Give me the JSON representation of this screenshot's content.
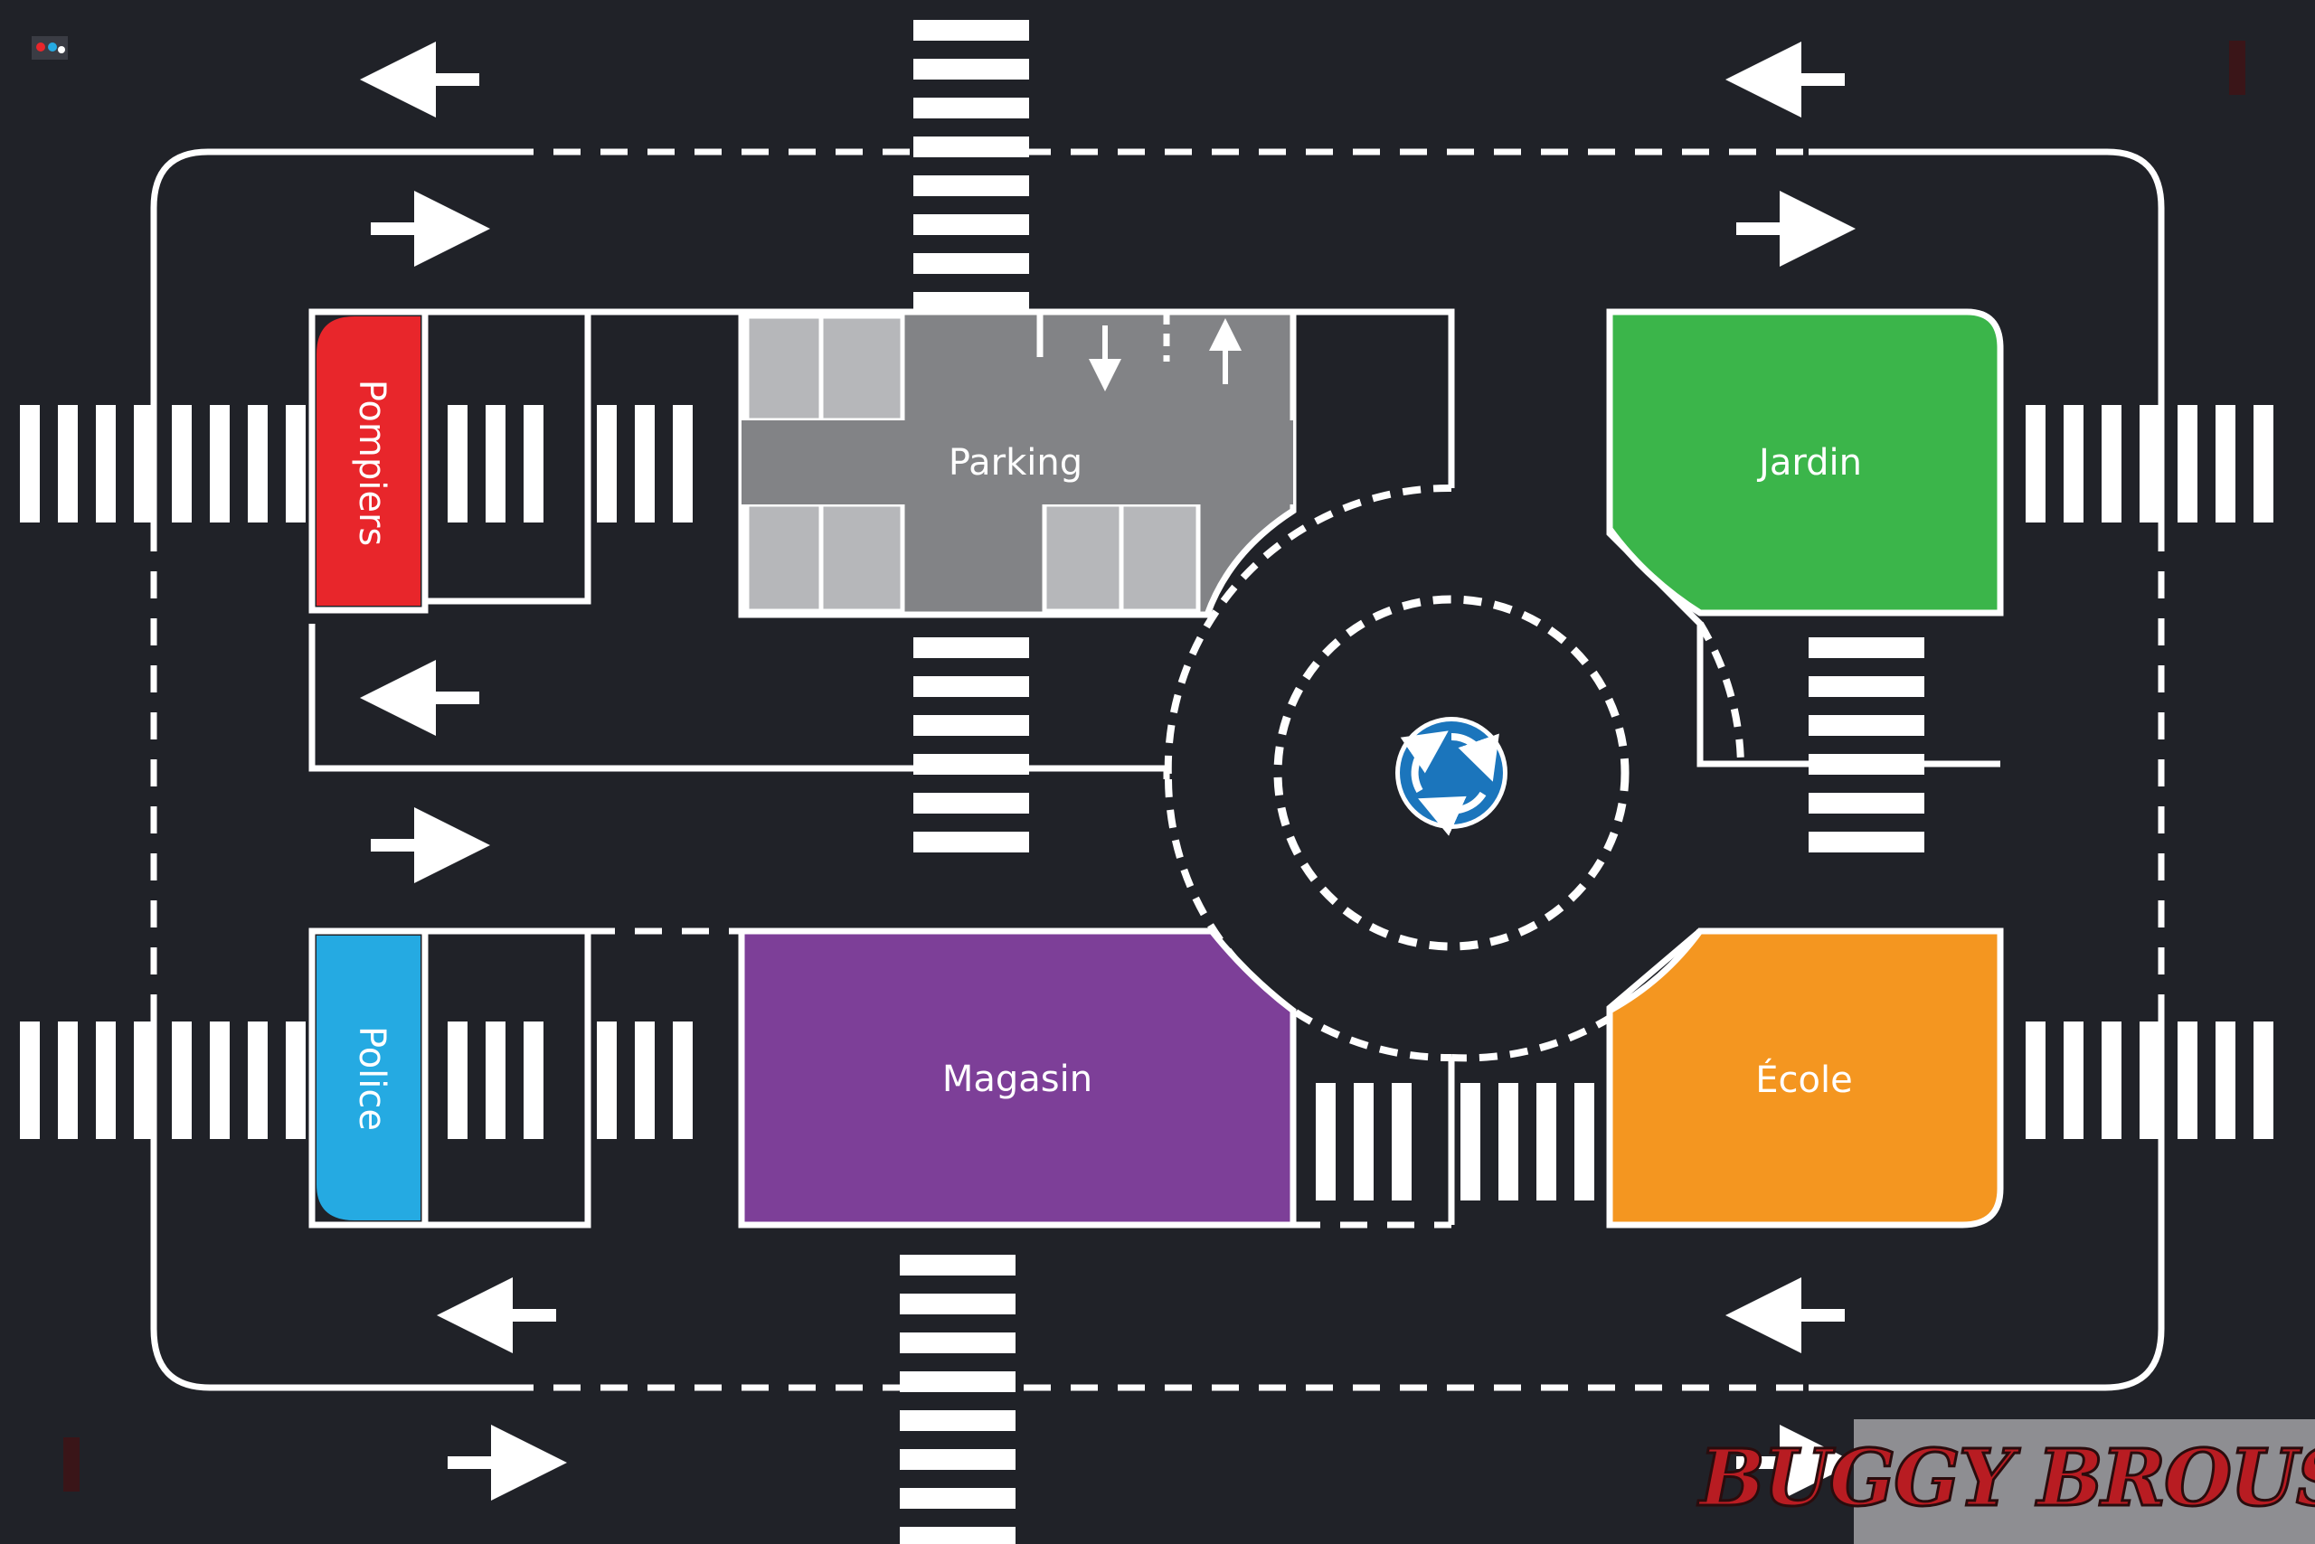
{
  "map": {
    "places": {
      "pompiers": {
        "label": "Pompiers",
        "color": "#e8262b"
      },
      "police": {
        "label": "Police",
        "color": "#25aae2"
      },
      "parking": {
        "label": "Parking",
        "color": "#828386"
      },
      "jardin": {
        "label": "Jardin",
        "color": "#3bb54a"
      },
      "magasin": {
        "label": "Magasin",
        "color": "#7d3f98"
      },
      "ecole": {
        "label": "École",
        "color": "#f49620"
      }
    },
    "roundabout_sign": {
      "icon": "roundabout-sign-icon",
      "color": "#1b75bc"
    },
    "brand": {
      "text": "BUGGY BROUSSE",
      "color": "#b81c22",
      "panel_color": "#8e8e92"
    },
    "road_color": "#202228",
    "marking_color": "#ffffff"
  }
}
